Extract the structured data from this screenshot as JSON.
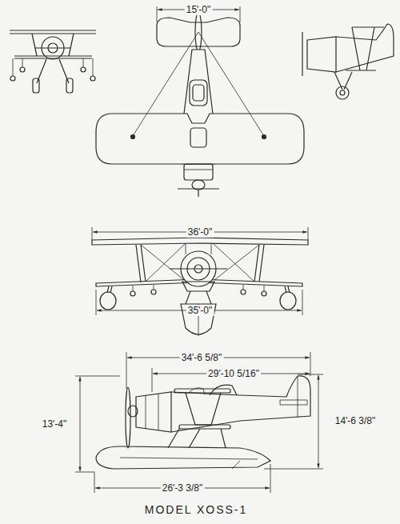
{
  "diagram": {
    "caption": "MODEL XOSS-1",
    "labels": [
      "15'-0\"",
      "36'-0\"",
      "35'-0\"",
      "34'-6 5/8\"",
      "29'-10 5/16\"",
      "13'-4\"",
      "14'-6 3/8\"",
      "26'-3 3/8\""
    ]
  }
}
